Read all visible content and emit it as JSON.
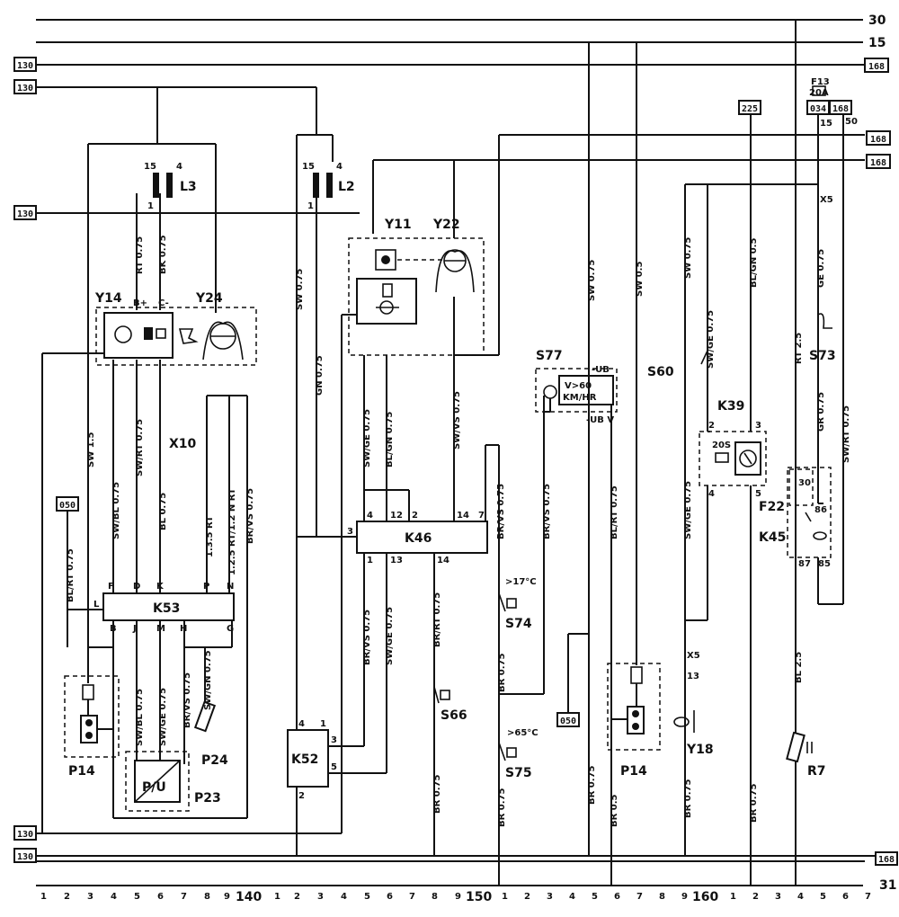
{
  "rails": {
    "r30": "30",
    "r15": "15",
    "r31": "31"
  },
  "refs": {
    "r130a": "130",
    "r130b": "130",
    "r130c": "130",
    "r130d": "130",
    "r130e": "130",
    "r168a": "168",
    "r168b": "168",
    "r168c": "168",
    "r168d": "168",
    "r050a": "050",
    "r050b": "050",
    "r225": "225",
    "r034": "034",
    "r168e": "168"
  },
  "components": {
    "L3": "L3",
    "L2": "L2",
    "Y14": "Y14",
    "Y24": "Y24",
    "Y11": "Y11",
    "Y22": "Y22",
    "X10": "X10",
    "K53": "K53",
    "K46": "K46",
    "K52": "K52",
    "P14a": "P14",
    "P14b": "P14",
    "P23": "P23",
    "P24": "P24",
    "S77": "S77",
    "S74": "S74",
    "S75": "S75",
    "S66": "S66",
    "S60": "S60",
    "S73": "S73",
    "K39": "K39",
    "K45": "K45",
    "F22": "F22",
    "F13": "F13",
    "F13amp": "20A",
    "Y18": "Y18",
    "R7": "R7",
    "P23sym": "P/U"
  },
  "notes": {
    "s74temp": ">17°C",
    "s75temp": ">65°C",
    "s77top": "-UB",
    "s77in": "V>60",
    "s77in2": "KM/HR",
    "s77bot": "-UB V",
    "k39time": "20S",
    "c15a": "15",
    "c4a": "4",
    "c1a": "1",
    "c15b": "15",
    "c4b": "4",
    "c1b": "1",
    "y14p1": "B+",
    "y14p2": "C-",
    "k46p4": "4",
    "k46p12": "12",
    "k46p2": "2",
    "k46p14": "14",
    "k46p7": "7",
    "k46p3": "3",
    "k46p1": "1",
    "k46p13": "13",
    "k46p14b": "14",
    "k53F": "F",
    "k53D": "D",
    "k53K": "K",
    "k53P": "P",
    "k53N": "N",
    "k53L": "L",
    "k53B": "B",
    "k53J": "J",
    "k53M": "M",
    "k53H": "H",
    "k53G": "G",
    "k52p4": "4",
    "k52p1": "1",
    "k52p3": "3",
    "k52p5": "5",
    "k52p2": "2",
    "k39p2": "2",
    "k39p3": "3",
    "k39p4": "4",
    "k39p5": "5",
    "k45p30": "30",
    "k45p86": "86",
    "k45p87": "87",
    "k45p85": "85",
    "f13p15": "15",
    "f13p50": "50",
    "x5a": "X5",
    "x5b": "X5",
    "p13": "13"
  },
  "wires": {
    "w1": "SW 1.5",
    "w2": "RT 0.75",
    "w3": "BK 0.75",
    "w4": "SW 0.75",
    "w5": "GN 0.75",
    "w6": "SW/BL 0.75",
    "w7": "SW/RT 0.75",
    "w8": "BL 0.75",
    "w9": "1.3.5 RT",
    "w10": "1.2.5 RT/1.2 N RT",
    "w11": "BR/VS 0.75",
    "w12": "BL/RT 0.75",
    "w13": "SW/BL 0.75",
    "w14": "SW/GE 0.75",
    "w15": "BR/VS 0.75",
    "w16": "SW/GN 0.75",
    "w17": "SW/GE 0.75",
    "w18": "BL/GN 0.75",
    "w19": "SW/VS 0.75",
    "w20": "BR/VS 0.75",
    "w21": "SW/GE 0.75",
    "w22": "BR/RT 0.75",
    "w23": "BR/VS 0.75",
    "w24": "BR/VS 0.75",
    "w25": "BR 0.75",
    "w26": "BR 0.75",
    "w27": "SW 0.75",
    "w28": "SW 0.5",
    "w29": "BL/RT 0.75",
    "w30": "BR 0.75",
    "w31": "BR 0.5",
    "w32": "SW 0.75",
    "w33": "SW/GE 0.75",
    "w34": "SW/GE 0.75",
    "w35": "BR 0.75",
    "w36": "BL/GN 0.5",
    "w37": "BR 0.75",
    "w38": "RT 2.5",
    "w39": "GE 0.75",
    "w40": "GR 0.75",
    "w41": "SW/RT 0.75",
    "w42": "BL 2.5",
    "w43": "BR 0.75"
  },
  "scale": {
    "n1": "1",
    "n2": "2",
    "n3": "3",
    "n4": "4",
    "n5": "5",
    "n6": "6",
    "n7": "7",
    "n8": "8",
    "n9": "9",
    "n140": "140",
    "m1": "1",
    "m2": "2",
    "m3": "3",
    "m4": "4",
    "m5": "5",
    "m6": "6",
    "m7": "7",
    "m8": "8",
    "m9": "9",
    "n150": "150",
    "p1": "1",
    "p2": "2",
    "p3": "3",
    "p4": "4",
    "p5": "5",
    "p6": "6",
    "p7": "7",
    "p8": "8",
    "p9": "9",
    "n160": "160",
    "q1": "1",
    "q2": "2",
    "q3": "3",
    "q4": "4",
    "q5": "5",
    "q6": "6",
    "q7": "7"
  }
}
